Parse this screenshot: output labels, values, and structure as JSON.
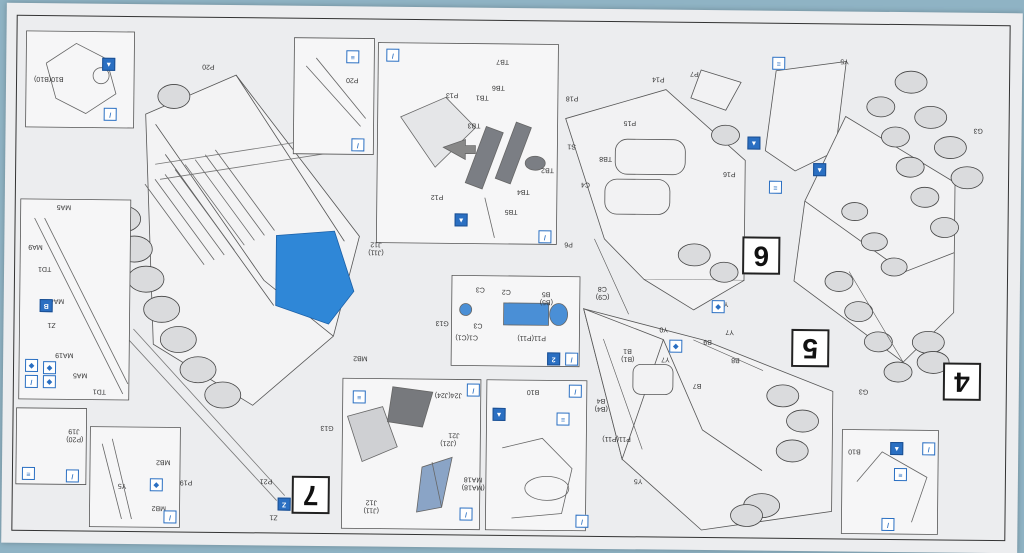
{
  "steps": {
    "step4": "4",
    "step5": "5",
    "step6": "6",
    "step7": "7"
  },
  "labels": {
    "p20": "P20",
    "p20b": "P20",
    "b10b10": "B10(B10)",
    "ma5": "MA5",
    "ma9": "MA9",
    "td1": "TD1",
    "ma4": "MA4",
    "z1": "Z1",
    "ma19": "MA19",
    "ma5b": "MA5",
    "td1b": "TD1",
    "j19": "J19",
    "j19p20": "(P20)",
    "mb2": "MB2",
    "y5": "Y5",
    "mb2b": "MB2",
    "p19": "P19",
    "p21": "P21",
    "z1b": "Z1",
    "g13": "G13",
    "mb2c": "MB2",
    "g13b": "G13",
    "j12": "J12",
    "j11": "(J11)",
    "p13": "P13",
    "tb7": "TB7",
    "tb1": "TB1",
    "tb6": "TB6",
    "tb3": "TB3",
    "tb2": "TB2",
    "tb4": "TB4",
    "tb5": "TB5",
    "p12": "P12",
    "j24": "J24(J24)",
    "j21": "J21",
    "j21b": "(J21)",
    "ma18": "MA18",
    "ma18b": "(MA18)",
    "j12b": "J12",
    "j11b": "(J11)",
    "b5": "B5",
    "b5b": "(B5)",
    "c2": "C2",
    "c3": "C3",
    "c1": "C1(C1)",
    "c3b": "C3",
    "p11": "P11(P11)",
    "b10": "B10",
    "p18": "P18",
    "p14": "P14",
    "p15": "P15",
    "s1": "S1",
    "tb8": "TB8",
    "c4": "C4",
    "p6": "P6",
    "c8": "C8",
    "c9": "(C9)",
    "p7": "P7",
    "p16": "P16",
    "y0": "Y0",
    "y7": "Y7",
    "b9": "B9",
    "y0b": "Y0",
    "y7b": "Y7",
    "b1": "B1",
    "b1b": "(B1)",
    "b8": "B8",
    "b7": "B7",
    "b4": "B4",
    "b4b": "(B4)",
    "p11b": "P11(P11)",
    "y5b": "Y5",
    "y5c": "Y5",
    "g3": "G3",
    "g3b": "G3",
    "b10c": "B10"
  }
}
